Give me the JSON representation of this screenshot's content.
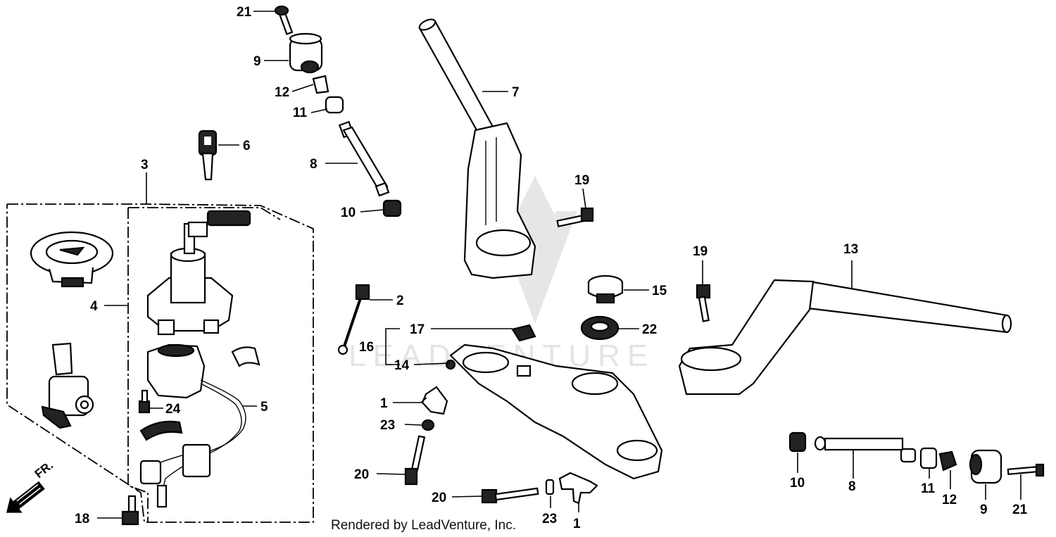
{
  "watermark": {
    "text": "LEADVENTURE"
  },
  "footer": {
    "text": "Rendered by LeadVenture, Inc."
  },
  "direction": {
    "text": "FR."
  },
  "callouts": {
    "c21a": "21",
    "c9a": "9",
    "c12a": "12",
    "c11a": "11",
    "c8a": "8",
    "c10a": "10",
    "c6": "6",
    "c3": "3",
    "c4": "4",
    "c5": "5",
    "c24": "24",
    "c18": "18",
    "c2": "2",
    "c17": "17",
    "c16": "16",
    "c14": "14",
    "c1a": "1",
    "c23a": "23",
    "c20a": "20",
    "c20b": "20",
    "c23b": "23",
    "c1b": "1",
    "c7": "7",
    "c19a": "19",
    "c19b": "19",
    "c13": "13",
    "c15": "15",
    "c22": "22",
    "c10b": "10",
    "c8b": "8",
    "c11b": "11",
    "c12b": "12",
    "c9b": "9",
    "c21b": "21"
  }
}
